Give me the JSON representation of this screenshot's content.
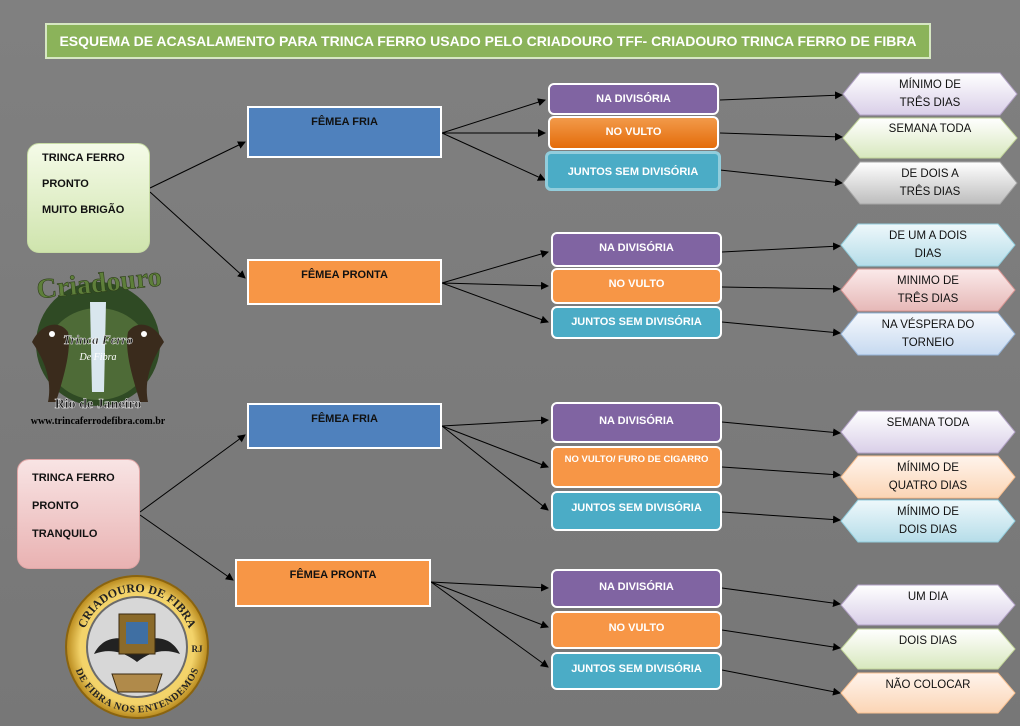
{
  "title": "ESQUEMA DE ACASALAMENTO  PARA TRINCA FERRO USADO PELO CRIADOURO TFF- CRIADOURO TRINCA FERRO DE FIBRA",
  "groups": [
    {
      "bird": [
        "TRINCA FERRO",
        "PRONTO",
        "MUITO BRIGÃO"
      ],
      "females": [
        {
          "label": "FÊMEA FRIA",
          "options": [
            "NA DIVISÓRIA",
            "NO VULTO",
            "JUNTOS SEM DIVISÓRIA"
          ],
          "results": [
            "MÍNIMO DE\nTRÊS DIAS",
            "SEMANA TODA",
            "DE DOIS A\nTRÊS DIAS"
          ]
        },
        {
          "label": "FÊMEA PRONTA",
          "options": [
            "NA DIVISÓRIA",
            "NO VULTO",
            "JUNTOS SEM DIVISÓRIA"
          ],
          "results": [
            "DE UM A DOIS\nDIAS",
            "MINIMO DE\nTRÊS DIAS",
            "NA VÉSPERA DO\nTORNEIO"
          ]
        }
      ]
    },
    {
      "bird": [
        "TRINCA FERRO",
        "PRONTO",
        "TRANQUILO"
      ],
      "females": [
        {
          "label": "FÊMEA FRIA",
          "options": [
            "NA DIVISÓRIA",
            "NO VULTO/ FURO DE CIGARRO",
            "JUNTOS SEM DIVISÓRIA"
          ],
          "results": [
            "SEMANA TODA",
            "MÍNIMO DE\nQUATRO DIAS",
            "MÍNIMO DE\nDOIS DIAS"
          ]
        },
        {
          "label": "FÊMEA PRONTA",
          "options": [
            "NA DIVISÓRIA",
            "NO VULTO",
            "JUNTOS SEM DIVISÓRIA"
          ],
          "results": [
            "UM DIA",
            "DOIS DIAS",
            "NÃO COLOCAR"
          ]
        }
      ]
    }
  ],
  "logo1": {
    "top": "Criadouro",
    "center": "Trinca Ferro",
    "sub": "De Fibra",
    "city": "Rio de Janeiro",
    "url": "www.trincaferrodefibra.com.br"
  },
  "logo2": {
    "top": "CRIADOURO DE FIBRA",
    "bottom": "DE FIBRA NOS ENTENDEMOS",
    "side": "RJ"
  }
}
